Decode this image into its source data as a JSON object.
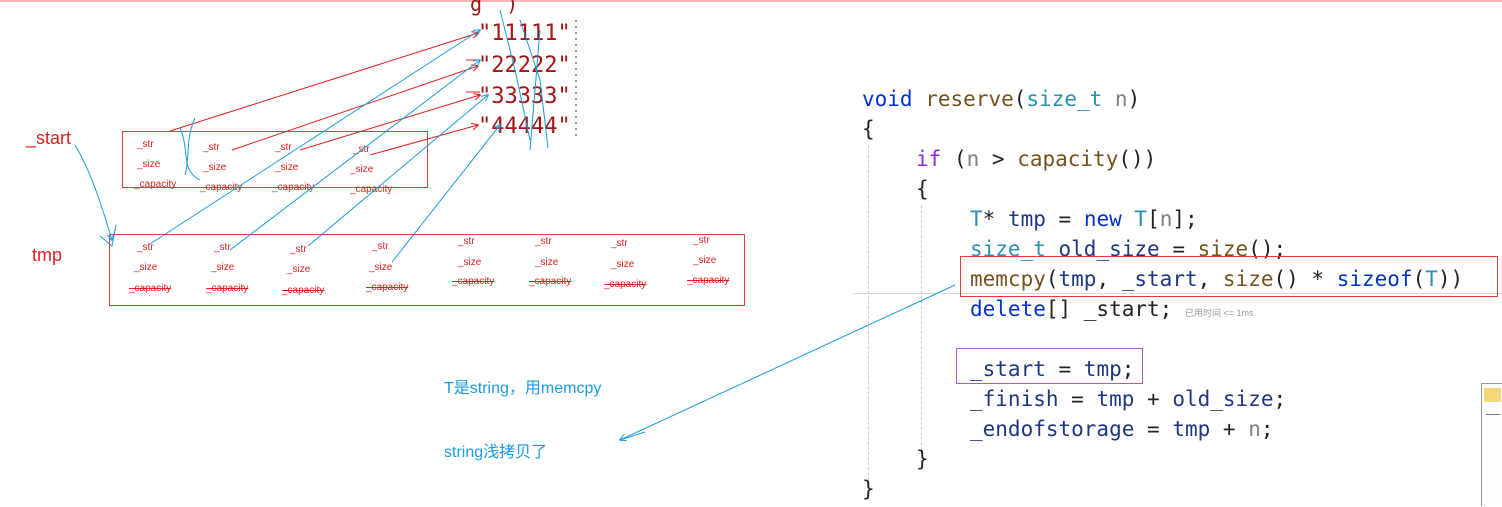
{
  "string_literals": [
    "\"11111\"",
    "\"22222\"",
    "\"33333\"",
    "\"44444\""
  ],
  "labels": {
    "start": "_start",
    "tmp": "tmp"
  },
  "fields": {
    "str": "_str",
    "size": "_size",
    "capacity": "_capacity"
  },
  "notes": {
    "line1": "T是string，用memcpy",
    "line2": "string浅拷贝了"
  },
  "code": {
    "l1": {
      "void": "void",
      "name": "reserve",
      "open": "(",
      "type": "size_t",
      "param": "n",
      "close": ")"
    },
    "l2": "{",
    "l3": {
      "if": "if",
      "cond_open": " (",
      "n": "n",
      "gt": " > ",
      "fn": "capacity",
      "tail": "())"
    },
    "l4": "{",
    "l5": {
      "T": "T",
      "star": "* ",
      "tmp": "tmp",
      "eq": " = ",
      "new": "new",
      "sp": " ",
      "T2": "T",
      "br1": "[",
      "n": "n",
      "br2": "];"
    },
    "l6": {
      "type": "size_t",
      "sp": " ",
      "var": "old_size",
      "eq": " = ",
      "fn": "size",
      "tail": "();"
    },
    "l7": {
      "fn": "memcpy",
      "p1": "(",
      "tmp": "tmp",
      "c1": ", ",
      "start": "_start",
      "c2": ", ",
      "size": "size",
      "m": "() * ",
      "sizeof": "sizeof",
      "o": "(",
      "T": "T",
      "c": "))"
    },
    "l8": {
      "delete": "delete",
      "rest": "[] _start;",
      "hint": "已用时间 <= 1ms"
    },
    "l9": {
      "start": "_start",
      "eq": " = ",
      "tmp": "tmp",
      "semi": ";"
    },
    "l10": {
      "finish": "_finish",
      "eq": " = ",
      "tmp": "tmp",
      "plus": " + ",
      "old": "old_size",
      "semi": ";"
    },
    "l11": {
      "eos": "_endofstorage",
      "eq": " = ",
      "tmp": "tmp",
      "plus": " + ",
      "n": "n",
      "semi": ";"
    },
    "l12": "}",
    "l13": "}"
  },
  "colors": {
    "annotation_red": "#e02020",
    "annotation_blue": "#1b9be0",
    "keyword": "#0033cc",
    "control": "#8a2be2",
    "type": "#2b91af",
    "function": "#74531f",
    "variable": "#1f377f"
  }
}
